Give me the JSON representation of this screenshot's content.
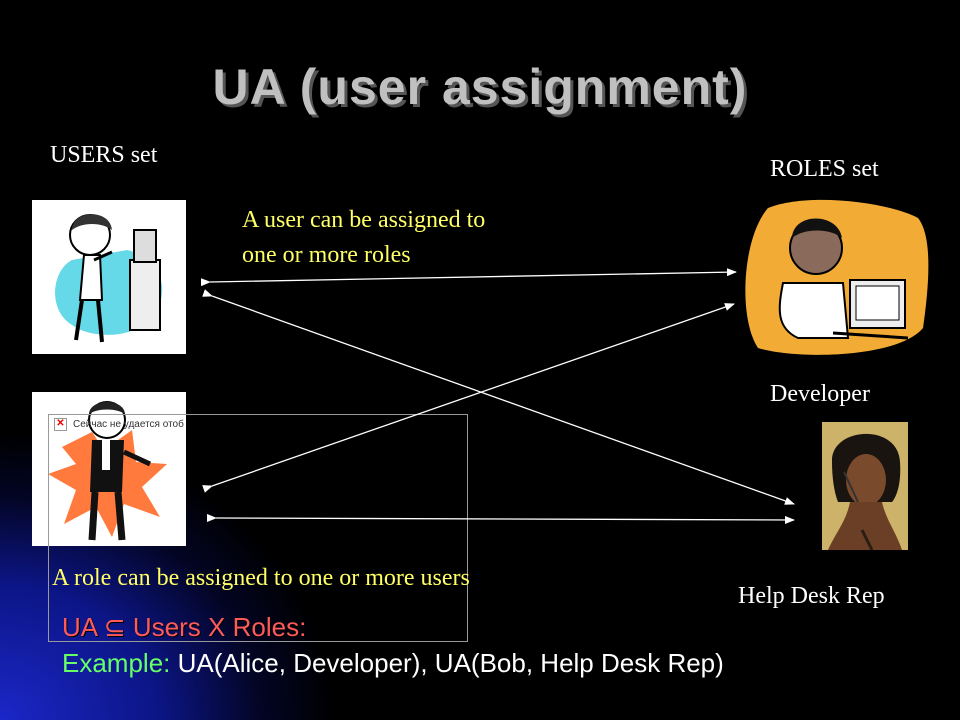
{
  "title": "UA (user assignment)",
  "users_set_label": "USERS set",
  "roles_set_label": "ROLES set",
  "note_user_line1": "A user can be assigned to",
  "note_user_line2": "one or more roles",
  "note_role": "A role can be assigned to one or more users",
  "role_developer": "Developer",
  "role_helpdesk": "Help Desk Rep",
  "formula": "UA ⊆ Users X Roles:",
  "example_key": "Example:",
  "example_value": " UA(Alice, Developer), UA(Bob, Help Desk Rep)",
  "broken_image_text": "Сейчас не удается отоб",
  "icons": {
    "broken": "broken-image-icon"
  },
  "colors": {
    "background": "#000000",
    "gradient": "#1b27c8",
    "title": "#c0c0c0",
    "note": "#ffff66",
    "formula": "#ff5a5a",
    "example_key": "#66ff66"
  }
}
